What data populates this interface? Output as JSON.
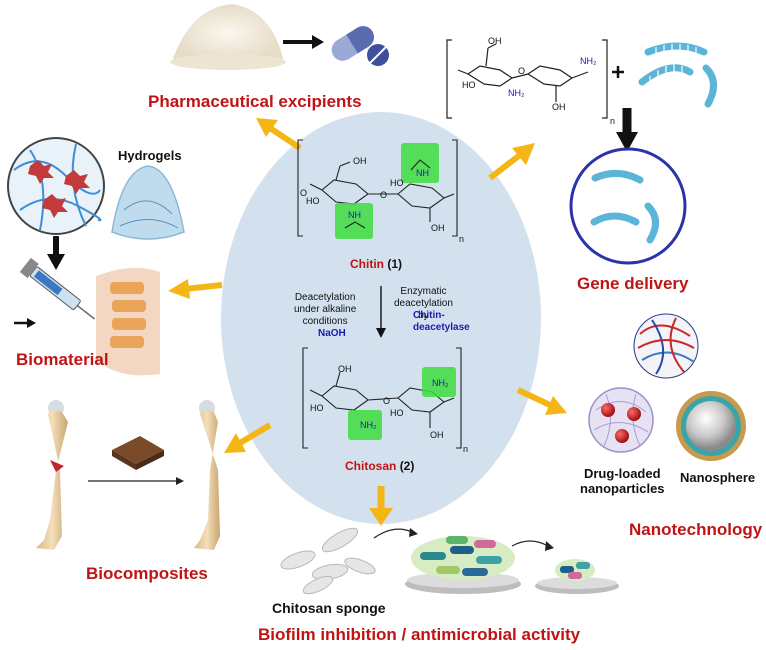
{
  "labels": {
    "pharma": "Pharmaceutical excipients",
    "gene": "Gene delivery",
    "biomaterial": "Biomaterial",
    "hydrogels": "Hydrogels",
    "biocomposites": "Biocomposites",
    "nanotech": "Nanotechnology",
    "drug_loaded": "Drug-loaded\nnanoparticles",
    "nanosphere": "Nanosphere",
    "sponge": "Chitosan sponge",
    "biofilm": "Biofilm inhibition / antimicrobial activity"
  },
  "center": {
    "chitin_name": "Chitin",
    "chitin_num": "(1)",
    "chitosan_name": "Chitosan",
    "chitosan_num": "(2)",
    "left_route": "Deacetylation\nunder alkaline\nconditions",
    "left_reagent": "NaOH",
    "right_route": "Enzymatic\ndeacetylation\nby",
    "right_enzyme": "Chitin-\ndeacetylase"
  },
  "chem": {
    "oh": "OH",
    "ho": "HO",
    "o": "O",
    "nh": "NH",
    "nh2": "NH₂",
    "n": "n"
  },
  "colors": {
    "arrow": "#f3b614",
    "label_red": "#c01414",
    "ellipse": "#d3e1ee",
    "highlight": "#3ddc3d",
    "enzyme_blue": "#1b1bb0"
  }
}
